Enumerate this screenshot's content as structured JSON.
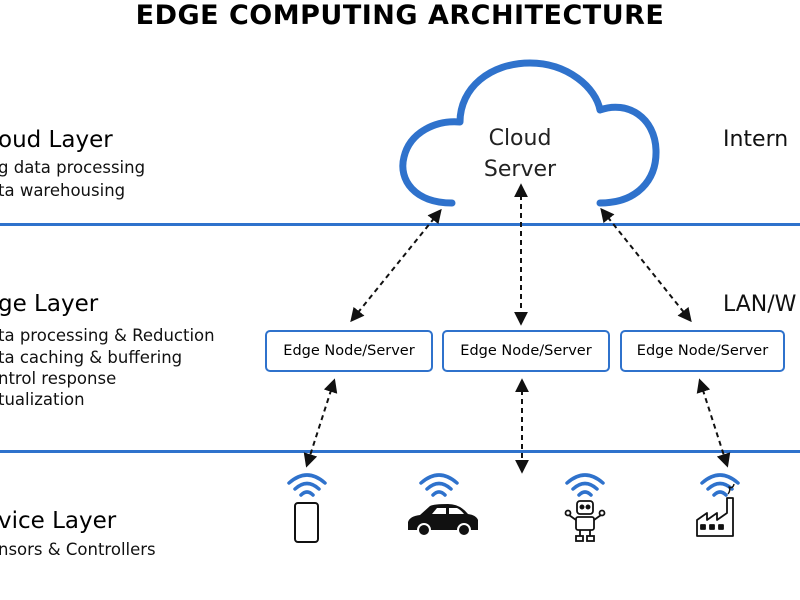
{
  "title": "EDGE COMPUTING ARCHITECTURE",
  "colors": {
    "accent": "#2f72cc",
    "text": "#111111"
  },
  "layers": [
    {
      "heading": "oud Layer",
      "lines": [
        "g data processing",
        "ta warehousing"
      ]
    },
    {
      "heading": "ge Layer",
      "lines": [
        "ta processing & Reduction",
        "ta caching & buffering",
        "ntrol response",
        "tualization"
      ]
    },
    {
      "heading": "vice Layer",
      "lines": [
        "nsors & Controllers"
      ]
    }
  ],
  "network_labels": [
    "Intern",
    "LAN/W"
  ],
  "cloud": {
    "line1": "Cloud",
    "line2": "Server"
  },
  "edge_nodes": [
    "Edge Node/Server",
    "Edge Node/Server",
    "Edge Node/Server"
  ],
  "devices": [
    {
      "icon": "smartphone-icon"
    },
    {
      "icon": "car-icon"
    },
    {
      "icon": "robot-icon"
    },
    {
      "icon": "factory-icon"
    }
  ]
}
